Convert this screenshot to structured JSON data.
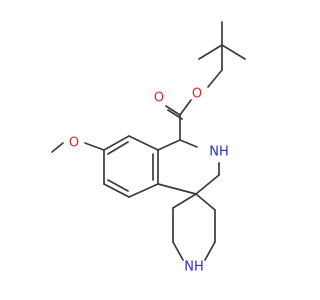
{
  "atoms": [
    {
      "id": "o_carbonyl",
      "label": "O",
      "element": "O"
    },
    {
      "id": "o_ester",
      "label": "O",
      "element": "O"
    },
    {
      "id": "o_methoxy",
      "label": "O",
      "element": "O"
    },
    {
      "id": "nh_ring",
      "label": "NH",
      "element": "N"
    },
    {
      "id": "nh_piperidine",
      "label": "NH",
      "element": "N"
    }
  ],
  "colors": {
    "bond": "#3a3a3a",
    "oxygen": "#d62a2a",
    "nitrogen": "#2a2ad6"
  }
}
